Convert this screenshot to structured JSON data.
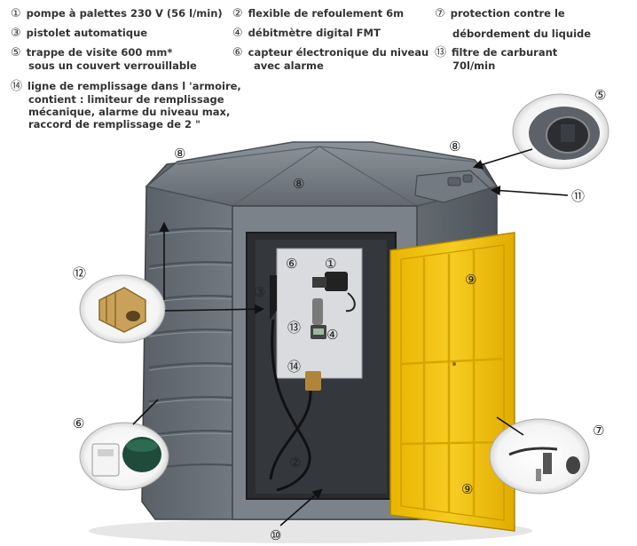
{
  "legend": [
    {
      "num": "①",
      "lines": [
        "pompe à palettes 230 V (56 l/min)"
      ]
    },
    {
      "num": "②",
      "lines": [
        "flexible de refoulement 6m"
      ]
    },
    {
      "num": "⑦",
      "lines": [
        "protection contre le",
        "débordement du liquide"
      ]
    },
    {
      "num": "③",
      "lines": [
        "pistolet automatique"
      ]
    },
    {
      "num": "④",
      "lines": [
        "débitmètre digital FMT"
      ]
    },
    {
      "num": "⑤",
      "lines": [
        "trappe de visite 600 mm*",
        "sous un couvert verrouillable"
      ]
    },
    {
      "num": "⑥",
      "lines": [
        "capteur électronique du niveau",
        "avec alarme"
      ]
    },
    {
      "num": "⑬",
      "lines": [
        "filtre de carburant",
        "70l/min"
      ]
    },
    {
      "num": "⑭",
      "lines": [
        "ligne de remplissage dans l 'armoire,",
        "contient : limiteur de remplissage",
        "mécanique, alarme du niveau max,",
        "raccord de remplissage de 2 \""
      ]
    }
  ],
  "callouts": {
    "c8a": "⑧",
    "c8b": "⑧",
    "c8c": "⑧",
    "c5": "⑤",
    "c11": "⑪",
    "c12": "⑫",
    "c6": "⑥",
    "c7": "⑦",
    "c10": "⑩",
    "p6": "⑥",
    "p1": "①",
    "p3": "③",
    "p13": "⑬",
    "p4": "④",
    "p14": "⑭",
    "p2": "②",
    "p9a": "⑨",
    "p9b": "⑨"
  },
  "colors": {
    "tank": "#6d747c",
    "tank_dark": "#4c5259",
    "tank_light": "#9aa1a8",
    "door": "#f2c21a",
    "door_dark": "#c99a00",
    "interior": "#2a2c30",
    "panel": "#d9dbde"
  }
}
